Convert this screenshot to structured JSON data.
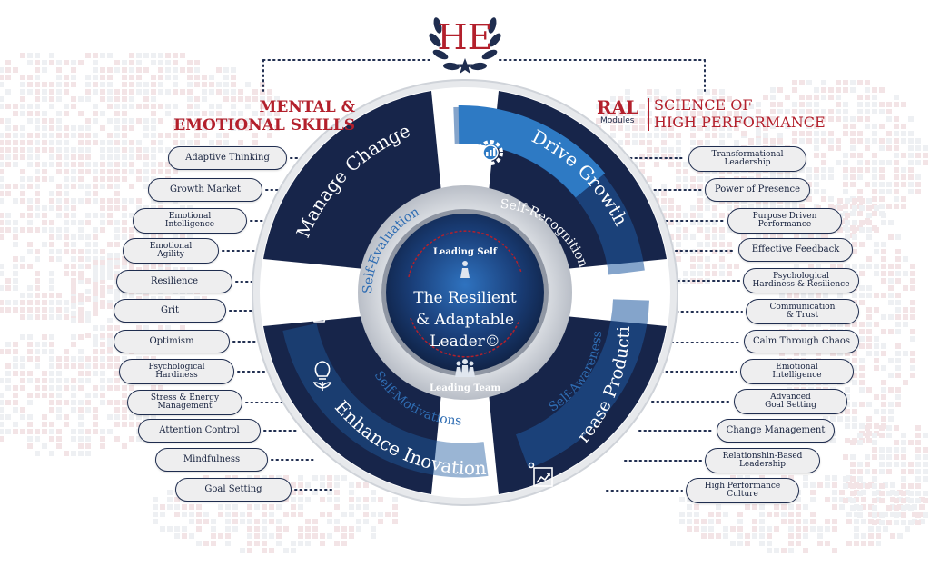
{
  "logo": {
    "monogram": "HE"
  },
  "headings": {
    "left": "MENTAL &\nEMOTIONAL SKILLS",
    "ral": "RAL",
    "modules": "Modules",
    "right": "SCIENCE OF\nHIGH PERFORMANCE"
  },
  "wheel": {
    "center": {
      "line1": "The Resilient",
      "line2": "& Adaptable",
      "line3": "Leader©"
    },
    "leading_self": "Leading Self",
    "leading_team": "Leading Team",
    "outer": {
      "top_left": "Manage Change",
      "top_right": "Drive Growth",
      "bottom_right": "Increase Productivity",
      "bottom_left": "Enhance Inovation"
    },
    "inner": {
      "top_left": "Self-Evaluation",
      "top_right": "Self-Recognitions",
      "bottom_right": "Self-Awareness",
      "bottom_left": "Self-Motivations"
    },
    "icons": {
      "top_left": "hand-swipe-icon",
      "top_right": "gear-chart-icon",
      "bottom_right": "image-chart-icon",
      "bottom_left": "lightbulb-plant-icon"
    },
    "colors": {
      "navy": "#17254a",
      "blue": "#1f5aa0",
      "light_blue": "#3f88c8",
      "red": "#b3202c",
      "grey": "#c9cdd4"
    }
  },
  "left_skills": [
    "Adaptive Thinking",
    "Growth Market",
    "Emotional\nIntelligence",
    "Emotional\nAgility",
    "Resilience",
    "Grit",
    "Optimism",
    "Psychological\nHardiness",
    "Stress & Energy\nManagement",
    "Attention Control",
    "Mindfulness",
    "Goal Setting"
  ],
  "right_skills": [
    "Transformational\nLeadership",
    "Power of Presence",
    "Purpose Driven\nPerformance",
    "Effective Feedback",
    "Psychological\nHardiness & Resilience",
    "Communication\n& Trust",
    "Calm Through Chaos",
    "Emotional\nIntelligence",
    "Advanced\nGoal Setting",
    "Change Management",
    "Relationshin-Based\nLeadership",
    "High Performance\nCulture"
  ]
}
